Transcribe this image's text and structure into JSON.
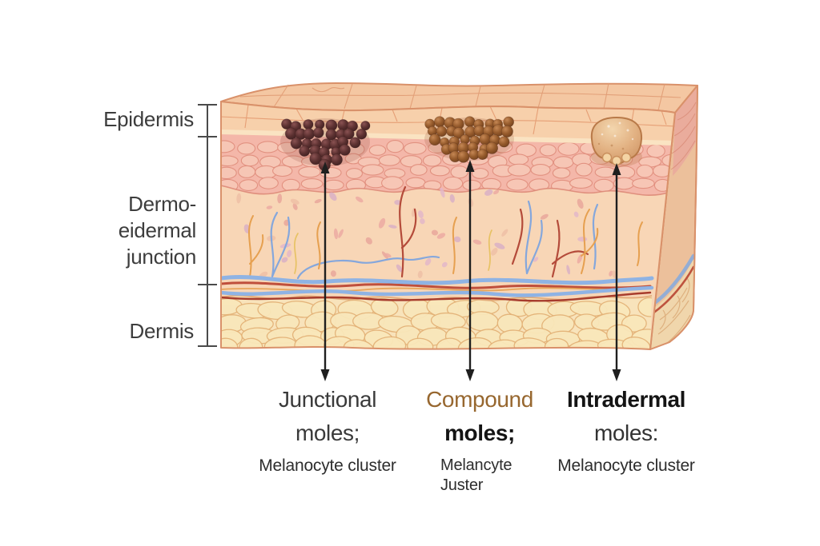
{
  "layer_labels": {
    "epidermis": "Epidermis",
    "junction": [
      "Dermo-",
      "eidermal",
      "junction"
    ],
    "dermis": "Dermis"
  },
  "mole_columns": [
    {
      "id": "junctional",
      "title_line1": "Junctional",
      "title_line2": "moles;",
      "subtitle_lines": [
        "Melanocyte cluster"
      ]
    },
    {
      "id": "compound",
      "title_line1": "Compound",
      "title_line2": "moles;",
      "subtitle_lines": [
        "Melancyte",
        "Juster"
      ]
    },
    {
      "id": "intradermal",
      "title_line1": "Intradermal",
      "title_line2": "moles:",
      "subtitle_lines": [
        "Melanocyte cluster"
      ]
    }
  ],
  "colors": {
    "background": "#ffffff",
    "skin_top_face": "#f4c7a2",
    "epidermis_band": "#f7d0ab",
    "basal_band": "#fae3c2",
    "pink_layer": "#f4b7a9",
    "dermis": "#f8d6b6",
    "fat_layer": "#f8e3bb",
    "vessel_blue": "#8fb3e4",
    "vessel_red": "#bf4f3c",
    "vessel_orange": "#e6a050",
    "mole_junctional": "#5c3131",
    "mole_compound": "#965b2c",
    "mole_intradermal": "#e3b388",
    "label_dark": "#3a3a3a",
    "compound_label_brown": "#97672f",
    "arrow": "#1f1f1f"
  }
}
